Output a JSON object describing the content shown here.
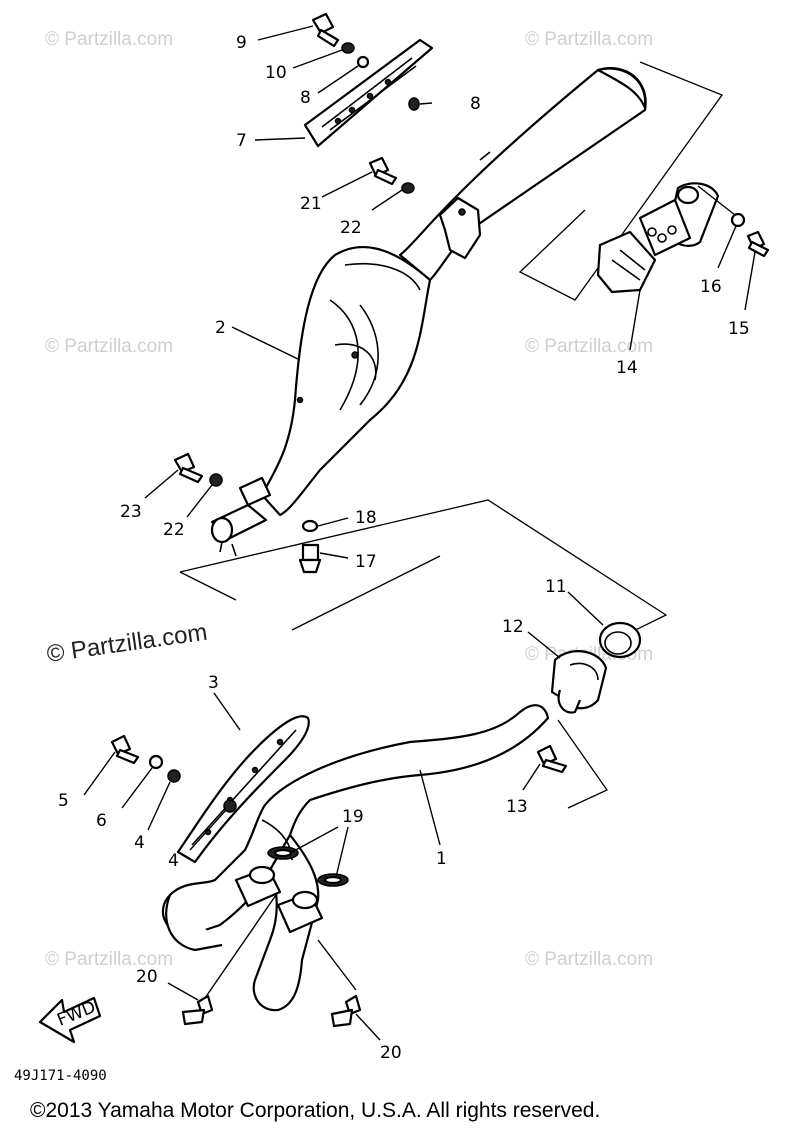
{
  "watermark_text": "© Partzilla.com",
  "diagram_code": "49J171-4090",
  "copyright": "©2013 Yamaha Motor Corporation, U.S.A. All rights reserved.",
  "fwd_label": "FWD",
  "callouts": {
    "c1": "1",
    "c2": "2",
    "c3": "3",
    "c4a": "4",
    "c4b": "4",
    "c5": "5",
    "c6": "6",
    "c7": "7",
    "c8a": "8",
    "c8b": "8",
    "c9": "9",
    "c10": "10",
    "c11": "11",
    "c12": "12",
    "c13": "13",
    "c14": "14",
    "c15": "15",
    "c16": "16",
    "c17": "17",
    "c18": "18",
    "c19": "19",
    "c20a": "20",
    "c20b": "20",
    "c21": "21",
    "c22a": "22",
    "c22b": "22",
    "c23": "23"
  }
}
